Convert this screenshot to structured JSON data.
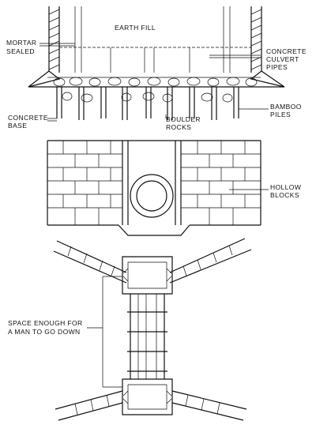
{
  "labels": {
    "earth_fill": "EARTH   FILL",
    "mortar_sealed": [
      "MORTAR",
      "SEALED"
    ],
    "concrete_culvert_pipes": [
      "CONCRETE",
      "CULVERT",
      "PIPES"
    ],
    "concrete_base": [
      "CONCRETE",
      "BASE"
    ],
    "boulder_rocks": [
      "BOULDER",
      "ROCKS"
    ],
    "bamboo_piles": [
      "BAMBOO",
      "PILES"
    ],
    "hollow_blocks": [
      "HOLLOW",
      "BLOCKS"
    ],
    "space_enough": [
      "SPACE ENOUGH FOR",
      "A MAN TO GO DOWN"
    ]
  }
}
